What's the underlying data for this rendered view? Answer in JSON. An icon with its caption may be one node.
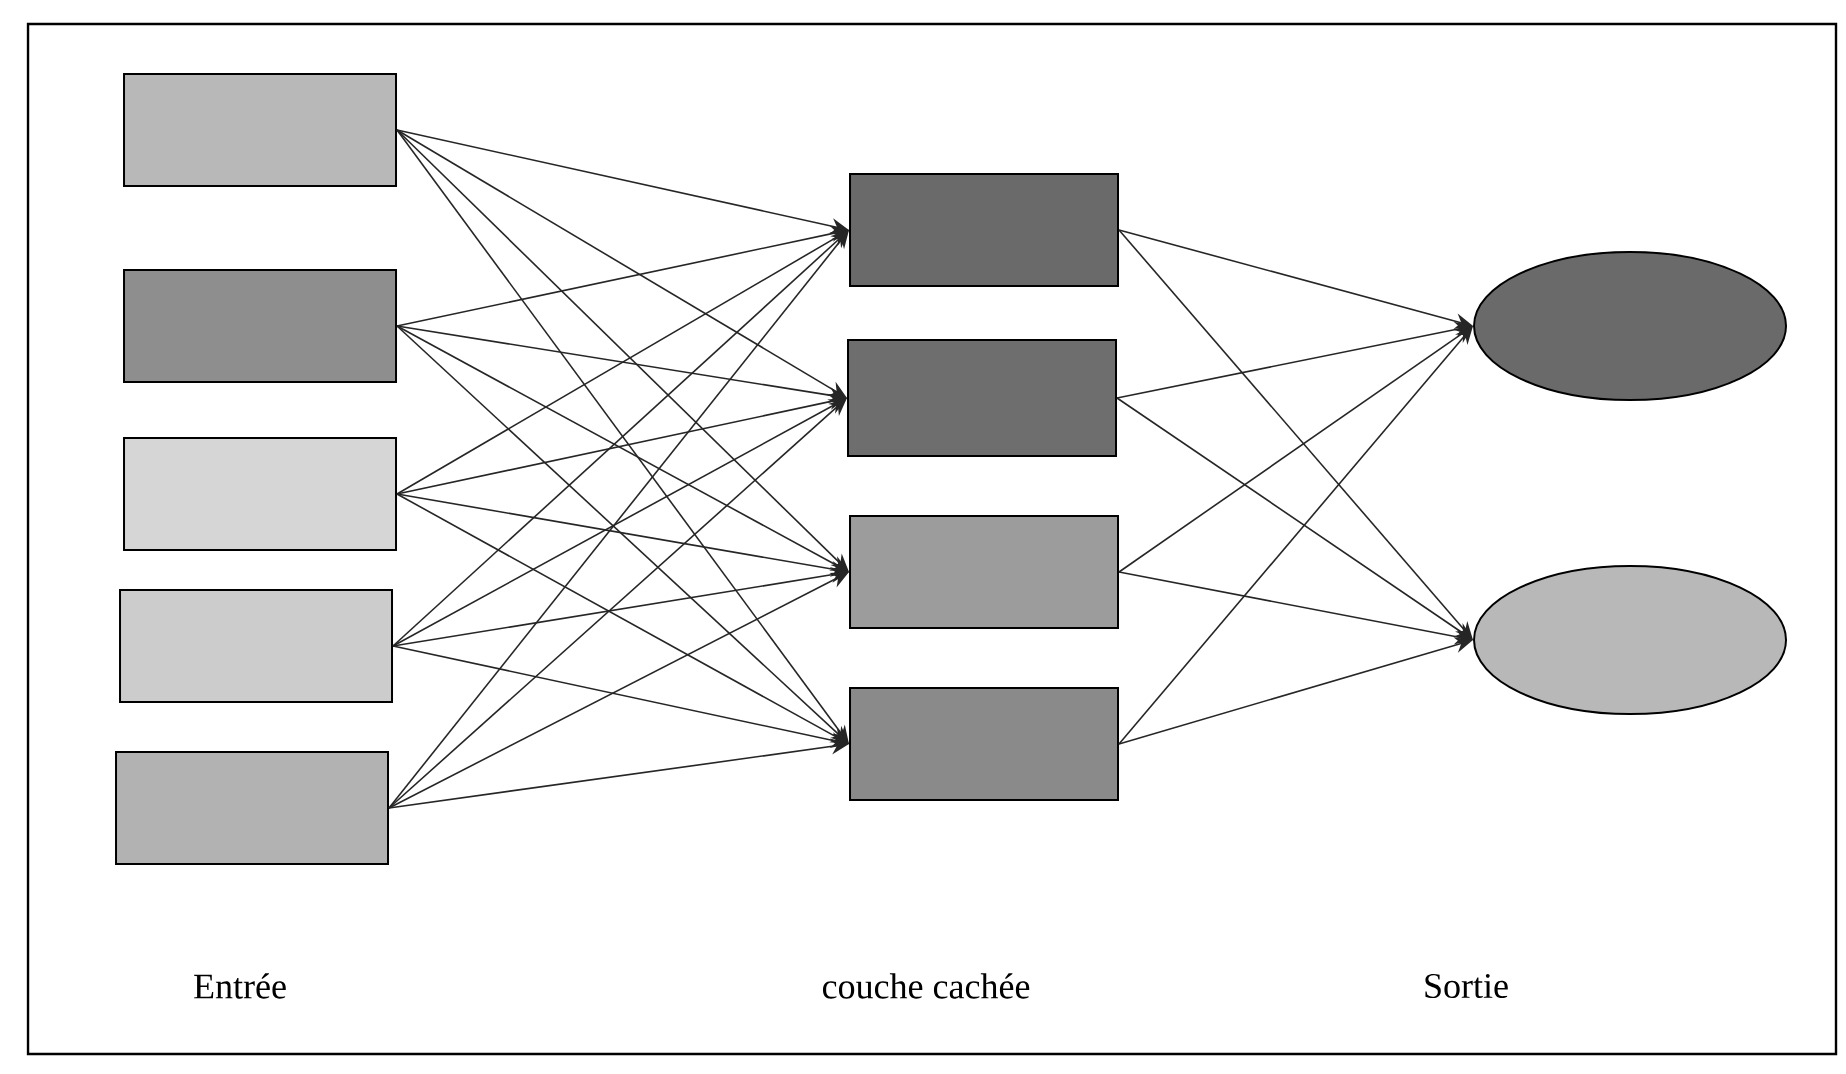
{
  "diagram": {
    "nodes": [
      {
        "text": [],
        "shape": "box"
      },
      {
        "text": [],
        "shape": "box"
      },
      {
        "text": [],
        "shape": "box"
      },
      {
        "text": [],
        "shape": "box"
      },
      {
        "text": [],
        "shape": "box"
      },
      {
        "text": [],
        "shape": "box"
      },
      {
        "text": [],
        "shape": "box"
      },
      {
        "text": [],
        "shape": "box"
      },
      {
        "text": [],
        "shape": "box"
      },
      {
        "text": [],
        "shape": "ellipse"
      },
      {
        "text": [],
        "shape": "ellipse"
      }
    ],
    "edges": [
      {
        "from": 0,
        "to": 5,
        "arrow": "to"
      },
      {
        "from": 0,
        "to": 6,
        "arrow": "to"
      },
      {
        "from": 0,
        "to": 7,
        "arrow": "to"
      },
      {
        "from": 0,
        "to": 8,
        "arrow": "to"
      },
      {
        "from": 1,
        "to": 5,
        "arrow": "to"
      },
      {
        "from": 1,
        "to": 6,
        "arrow": "to"
      },
      {
        "from": 1,
        "to": 7,
        "arrow": "to"
      },
      {
        "from": 1,
        "to": 8,
        "arrow": "to"
      },
      {
        "from": 2,
        "to": 5,
        "arrow": "to"
      },
      {
        "from": 2,
        "to": 6,
        "arrow": "to"
      },
      {
        "from": 2,
        "to": 7,
        "arrow": "to"
      },
      {
        "from": 2,
        "to": 8,
        "arrow": "to"
      },
      {
        "from": 3,
        "to": 5,
        "arrow": "to"
      },
      {
        "from": 3,
        "to": 6,
        "arrow": "to"
      },
      {
        "from": 3,
        "to": 7,
        "arrow": "to"
      },
      {
        "from": 3,
        "to": 8,
        "arrow": "to"
      },
      {
        "from": 4,
        "to": 5,
        "arrow": "to"
      },
      {
        "from": 4,
        "to": 6,
        "arrow": "to"
      },
      {
        "from": 4,
        "to": 7,
        "arrow": "to"
      },
      {
        "from": 4,
        "to": 8,
        "arrow": "to"
      },
      {
        "from": 5,
        "to": 9,
        "arrow": "to"
      },
      {
        "from": 5,
        "to": 10,
        "arrow": "to"
      },
      {
        "from": 6,
        "to": 9,
        "arrow": "to"
      },
      {
        "from": 6,
        "to": 10,
        "arrow": "to"
      },
      {
        "from": 7,
        "to": 9,
        "arrow": "to"
      },
      {
        "from": 7,
        "to": 10,
        "arrow": "to"
      },
      {
        "from": 8,
        "to": 9,
        "arrow": "to"
      },
      {
        "from": 8,
        "to": 10,
        "arrow": "to"
      }
    ],
    "labels": [
      "Entrée",
      "couche cachée",
      "Sortie"
    ]
  }
}
